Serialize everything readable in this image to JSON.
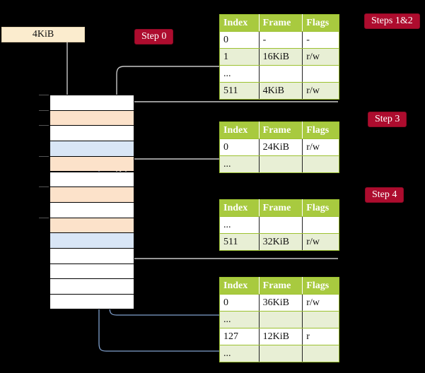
{
  "source_box": {
    "label": "4KiB"
  },
  "badges": [
    {
      "name": "step-0",
      "label": "Step 0"
    },
    {
      "name": "steps-1-2",
      "label": "Steps 1&2"
    },
    {
      "name": "step-3",
      "label": "Step 3"
    },
    {
      "name": "step-4",
      "label": "Step 4"
    }
  ],
  "colors": {
    "badge_bg": "#ad0c2e",
    "table_header_bg": "#a8ca3f",
    "table_alt_row_bg": "#e8efd5",
    "table_border": "#9cc130",
    "highlight_cell_bg": "#fbfba0",
    "memory_orange": "#fce2ca",
    "memory_blue": "#d9e6f6",
    "source_box_bg": "#fbecce",
    "gray_arrow": "#c8c8c8",
    "blue_arrow": "#7f9fcc"
  },
  "memory_column": {
    "rows": [
      {
        "fill": "white"
      },
      {
        "fill": "orange"
      },
      {
        "fill": "white"
      },
      {
        "fill": "blue"
      },
      {
        "fill": "orange"
      },
      {
        "fill": "white"
      },
      {
        "fill": "orange"
      },
      {
        "fill": "white"
      },
      {
        "fill": "orange"
      },
      {
        "fill": "blue"
      },
      {
        "fill": "white"
      },
      {
        "fill": "white"
      },
      {
        "fill": "white"
      },
      {
        "fill": "white"
      }
    ]
  },
  "tables": [
    {
      "name": "page-table-level-1",
      "headers": [
        "Index",
        "Frame",
        "Flags"
      ],
      "rows": [
        {
          "cells": [
            "0",
            "-",
            "-"
          ],
          "alt": false,
          "highlight": false
        },
        {
          "cells": [
            "1",
            "16KiB",
            "r/w"
          ],
          "alt": true,
          "highlight": false
        },
        {
          "cells": [
            "...",
            "",
            ""
          ],
          "alt": false,
          "highlight": false
        },
        {
          "cells": [
            "511",
            "4KiB",
            "r/w"
          ],
          "alt": true,
          "highlight": true
        }
      ]
    },
    {
      "name": "page-table-level-2",
      "headers": [
        "Index",
        "Frame",
        "Flags"
      ],
      "rows": [
        {
          "cells": [
            "0",
            "24KiB",
            "r/w"
          ],
          "alt": false,
          "highlight": false
        },
        {
          "cells": [
            "...",
            "",
            ""
          ],
          "alt": true,
          "highlight": false
        }
      ]
    },
    {
      "name": "page-table-level-3",
      "headers": [
        "Index",
        "Frame",
        "Flags"
      ],
      "rows": [
        {
          "cells": [
            "...",
            "",
            ""
          ],
          "alt": false,
          "highlight": false
        },
        {
          "cells": [
            "511",
            "32KiB",
            "r/w"
          ],
          "alt": true,
          "highlight": false
        }
      ]
    },
    {
      "name": "page-table-level-4",
      "headers": [
        "Index",
        "Frame",
        "Flags"
      ],
      "rows": [
        {
          "cells": [
            "0",
            "36KiB",
            "r/w"
          ],
          "alt": false,
          "highlight": false
        },
        {
          "cells": [
            "...",
            "",
            ""
          ],
          "alt": true,
          "highlight": false
        },
        {
          "cells": [
            "127",
            "12KiB",
            "r"
          ],
          "alt": false,
          "highlight": false
        },
        {
          "cells": [
            "...",
            "",
            ""
          ],
          "alt": true,
          "highlight": false
        }
      ]
    }
  ]
}
